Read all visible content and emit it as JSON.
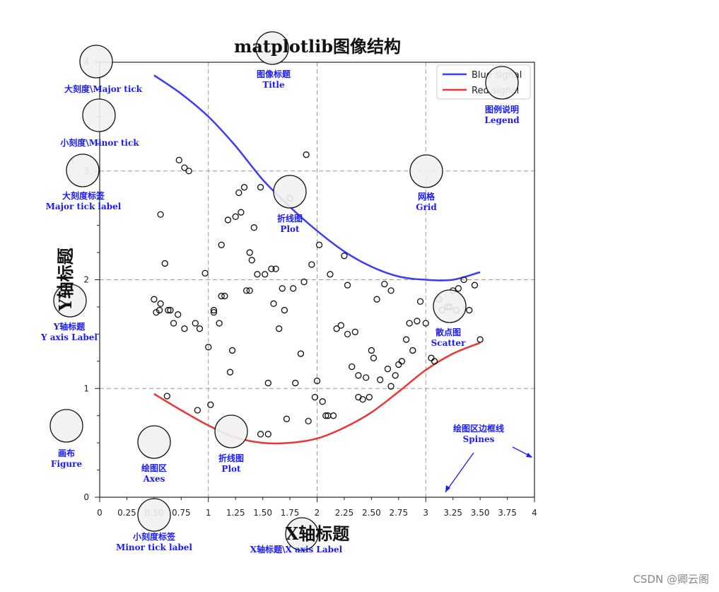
{
  "chart_data": {
    "type": "line",
    "title": "matplotlib图像结构",
    "xlabel": "X轴标题",
    "ylabel": "Y轴标题",
    "xlim": [
      0,
      4
    ],
    "ylim": [
      0,
      4
    ],
    "major_xticks": [
      0,
      1,
      2,
      3,
      4
    ],
    "major_xtick_labels": [
      "0",
      "1",
      "2",
      "3",
      "4"
    ],
    "minor_xticks": [
      0.25,
      0.5,
      0.75,
      1.25,
      1.5,
      1.75,
      2.25,
      2.5,
      2.75,
      3.25,
      3.5,
      3.75
    ],
    "minor_xtick_labels": [
      "0.25",
      "0.50",
      "0.75",
      "1.25",
      "1.50",
      "1.75",
      "2.25",
      "2.50",
      "2.75",
      "3.25",
      "3.50",
      "3.75"
    ],
    "major_yticks": [
      0,
      1,
      2,
      3,
      4
    ],
    "major_ytick_labels": [
      "0",
      "1",
      "2",
      "3",
      "4"
    ],
    "minor_yticks": [
      0.25,
      0.5,
      0.75,
      1.25,
      1.5,
      1.75,
      2.25,
      2.5,
      2.75,
      3.25,
      3.5,
      3.75
    ],
    "grid": "major, dashed",
    "legend_position": "top-right",
    "series": [
      {
        "name": "Blue signal",
        "color": "#3a3aff",
        "x": [
          0.5,
          0.75,
          1.0,
          1.25,
          1.5,
          1.75,
          2.0,
          2.25,
          2.5,
          2.75,
          3.0,
          3.25,
          3.5
        ],
        "y": [
          3.88,
          3.71,
          3.5,
          3.23,
          2.92,
          2.67,
          2.45,
          2.26,
          2.12,
          2.03,
          2.0,
          2.0,
          2.07
        ]
      },
      {
        "name": "Red signal",
        "color": "#ee3333",
        "x": [
          0.5,
          0.75,
          1.0,
          1.25,
          1.5,
          1.75,
          2.0,
          2.25,
          2.5,
          2.75,
          3.0,
          3.25,
          3.5
        ],
        "y": [
          0.95,
          0.8,
          0.66,
          0.55,
          0.5,
          0.5,
          0.54,
          0.64,
          0.78,
          0.97,
          1.17,
          1.32,
          1.42
        ]
      },
      {
        "name": "Scatter",
        "type": "scatter",
        "color": "#111111",
        "x": [
          0.55,
          0.63,
          0.68,
          0.72,
          0.78,
          0.5,
          0.52,
          0.56,
          0.65,
          0.73,
          0.78,
          0.88,
          0.92,
          0.97,
          0.6,
          1.0,
          1.05,
          1.1,
          1.12,
          1.15,
          1.2,
          1.22,
          1.25,
          1.28,
          1.3,
          1.33,
          1.35,
          1.38,
          1.4,
          1.42,
          1.48,
          1.52,
          1.55,
          1.6,
          1.62,
          1.65,
          1.68,
          1.72,
          1.75,
          1.8,
          1.85,
          1.88,
          1.92,
          1.95,
          1.98,
          2.02,
          2.05,
          2.1,
          2.12,
          2.18,
          2.22,
          2.25,
          2.28,
          2.32,
          2.35,
          2.38,
          2.42,
          2.45,
          2.5,
          2.52,
          2.55,
          2.58,
          2.62,
          2.65,
          2.68,
          2.72,
          2.75,
          2.78,
          2.82,
          2.85,
          2.88,
          2.92,
          2.95,
          3.0,
          3.05,
          3.08,
          3.12,
          3.15,
          3.2,
          3.25,
          3.3,
          3.35,
          3.4,
          3.45,
          3.5,
          0.9,
          1.02,
          1.48,
          1.55,
          2.08,
          2.15,
          1.9,
          0.62,
          0.82,
          1.18,
          1.38,
          1.58,
          1.78,
          2.38,
          2.48,
          1.05,
          1.45,
          2.0,
          3.22,
          3.28,
          0.56,
          1.12,
          1.7,
          2.28,
          2.68
        ],
        "y": [
          1.72,
          1.72,
          1.6,
          1.68,
          1.55,
          1.82,
          1.7,
          1.78,
          1.72,
          3.1,
          3.03,
          1.6,
          1.55,
          2.06,
          2.15,
          1.38,
          1.7,
          1.6,
          2.32,
          1.85,
          1.15,
          1.35,
          2.58,
          2.8,
          2.62,
          2.85,
          1.9,
          2.25,
          2.18,
          2.48,
          2.85,
          2.05,
          1.05,
          1.78,
          2.1,
          1.55,
          1.92,
          0.72,
          2.75,
          1.05,
          1.32,
          1.98,
          0.7,
          2.14,
          0.92,
          2.32,
          0.88,
          0.75,
          2.05,
          1.55,
          1.58,
          2.22,
          1.95,
          1.2,
          1.52,
          1.12,
          0.9,
          1.1,
          1.35,
          1.28,
          1.82,
          1.08,
          1.96,
          1.18,
          1.02,
          1.12,
          1.22,
          1.25,
          1.45,
          1.6,
          1.35,
          1.62,
          1.8,
          1.6,
          1.28,
          1.25,
          1.82,
          1.72,
          1.75,
          1.9,
          1.92,
          2.0,
          1.72,
          1.95,
          1.45,
          0.8,
          0.85,
          0.58,
          0.58,
          0.75,
          0.75,
          3.15,
          0.93,
          3.0,
          2.55,
          1.9,
          2.1,
          1.92,
          0.92,
          0.92,
          1.72,
          2.05,
          1.07,
          1.75,
          1.72,
          2.6,
          1.85,
          1.72,
          1.5,
          1.9
        ]
      }
    ]
  },
  "annotations": [
    {
      "key": "major_tick",
      "lines": [
        "大刻度\\Major tick"
      ]
    },
    {
      "key": "minor_tick",
      "lines": [
        "小刻度\\Minor tick"
      ]
    },
    {
      "key": "major_tick_label",
      "lines": [
        "大刻度标签",
        "Major tick label"
      ]
    },
    {
      "key": "title",
      "lines": [
        "图像标题",
        "Title"
      ]
    },
    {
      "key": "legend",
      "lines": [
        "图例说明",
        "Legend"
      ]
    },
    {
      "key": "plot_top",
      "lines": [
        "折线图",
        "Plot"
      ]
    },
    {
      "key": "grid",
      "lines": [
        "网格",
        "Grid"
      ]
    },
    {
      "key": "ylabel",
      "lines": [
        "Y轴标题",
        "Y axis Label"
      ]
    },
    {
      "key": "scatter",
      "lines": [
        "散点图",
        "Scatter"
      ]
    },
    {
      "key": "figure",
      "lines": [
        "画布",
        "Figure"
      ]
    },
    {
      "key": "axes",
      "lines": [
        "绘图区",
        "Axes"
      ]
    },
    {
      "key": "plot_bottom",
      "lines": [
        "折线图",
        "Plot"
      ]
    },
    {
      "key": "spines",
      "lines": [
        "绘图区边框线",
        "Spines"
      ]
    },
    {
      "key": "minor_tick_label",
      "lines": [
        "小刻度标签",
        "Minor tick label"
      ]
    },
    {
      "key": "xlabel",
      "lines": [
        "X轴标题\\X axis Label"
      ]
    }
  ],
  "watermark": "CSDN @卿云阁"
}
